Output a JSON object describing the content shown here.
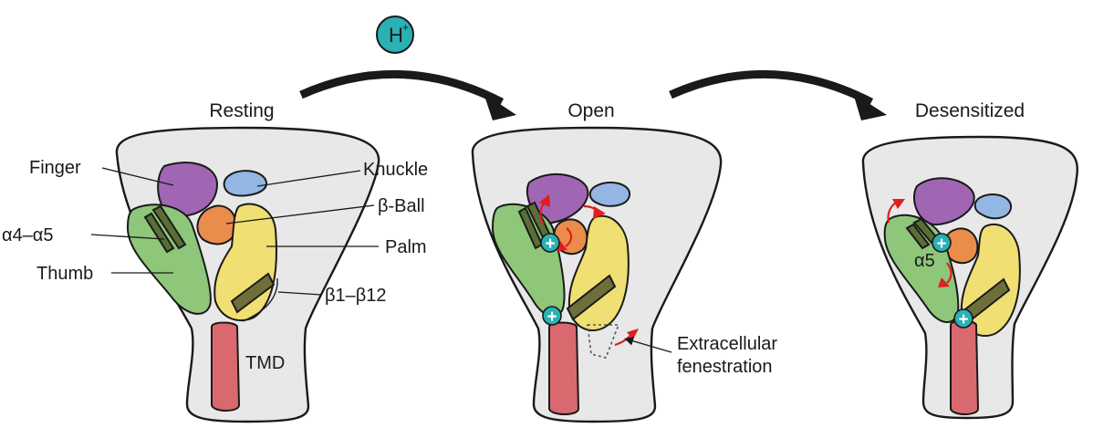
{
  "proton": {
    "symbol": "H",
    "charge": "+"
  },
  "states": [
    {
      "title": "Resting"
    },
    {
      "title": "Open"
    },
    {
      "title": "Desensitized"
    }
  ],
  "labels": {
    "finger": "Finger",
    "knuckle": "Knuckle",
    "beta_ball": "β-Ball",
    "palm": "Palm",
    "helix": "α4–α5",
    "thumb": "Thumb",
    "beta_sheets": "β1–β12",
    "tmd": "TMD",
    "alpha5": "α5",
    "fenestration_line1": "Extracellular",
    "fenestration_line2": "fenestration"
  },
  "plus_symbol": "+",
  "colors": {
    "body": "#e8e8e8",
    "finger": "#a066b4",
    "knuckle": "#94b6e2",
    "beta_ball": "#ea8c4c",
    "palm": "#f0df72",
    "thumb": "#8ec67a",
    "helix": "#5a6e36",
    "tmd": "#d9696e",
    "charge": "#2bb0b4",
    "movement_arrow": "#e01e1e"
  }
}
